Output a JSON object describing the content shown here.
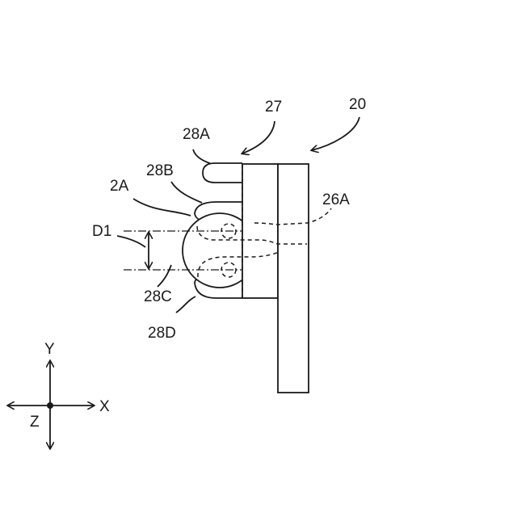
{
  "labels": {
    "ref_20": "20",
    "ref_27": "27",
    "ref_28A": "28A",
    "ref_28B": "28B",
    "ref_2A": "2A",
    "ref_26A": "26A",
    "ref_D1": "D1",
    "ref_28C": "28C",
    "ref_28D": "28D"
  },
  "axes": {
    "y": "Y",
    "x": "X",
    "z": "Z"
  }
}
